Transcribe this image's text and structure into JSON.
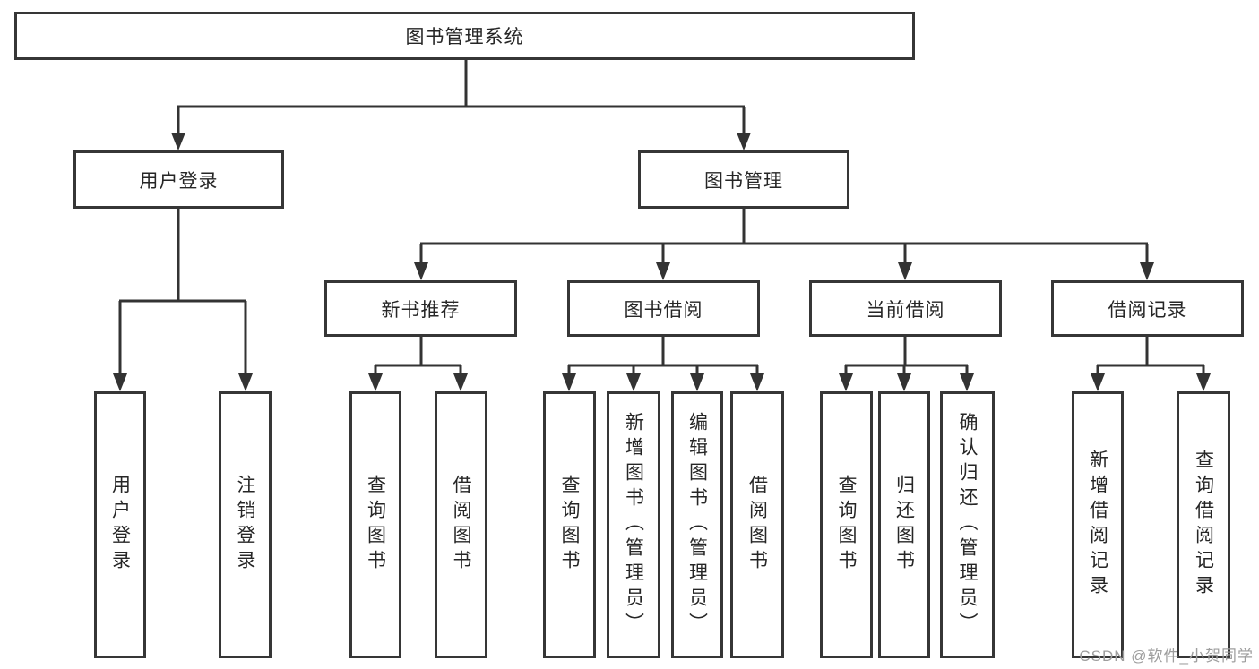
{
  "diagram": {
    "type": "hierarchy-tree",
    "title": "图书管理系统"
  },
  "colors": {
    "line": "#333333",
    "box_border": "#363636",
    "text": "#262626",
    "box_bg": "#ffffff",
    "watermark": "#9e9e9e"
  },
  "watermark": {
    "text": "CSDN @软件_小贺同学"
  },
  "nodes": {
    "root": {
      "label": "图书管理系统"
    },
    "user_login": {
      "label": "用户登录"
    },
    "book_mgmt": {
      "label": "图书管理"
    },
    "new_book_rec": {
      "label": "新书推荐"
    },
    "book_borrow": {
      "label": "图书借阅"
    },
    "current_borrow": {
      "label": "当前借阅"
    },
    "borrow_records": {
      "label": "借阅记录"
    },
    "leaf_user_login": {
      "label": "用户登录"
    },
    "leaf_logout": {
      "label": "注销登录"
    },
    "leaf_query_books_1": {
      "label": "查询图书"
    },
    "leaf_borrow_books_1": {
      "label": "借阅图书"
    },
    "leaf_query_books_2": {
      "label": "查询图书"
    },
    "leaf_add_books": {
      "label": "新增图书（管理员）"
    },
    "leaf_edit_books": {
      "label": "编辑图书（管理员）"
    },
    "leaf_borrow_books_2": {
      "label": "借阅图书"
    },
    "leaf_query_books_3": {
      "label": "查询图书"
    },
    "leaf_return_books": {
      "label": "归还图书"
    },
    "leaf_confirm_return": {
      "label": "确认归还（管理员）"
    },
    "leaf_add_borrow_record": {
      "label": "新增借阅记录"
    },
    "leaf_query_borrow_record": {
      "label": "查询借阅记录"
    }
  },
  "edges": [
    {
      "from": "图书管理系统",
      "to": "用户登录"
    },
    {
      "from": "图书管理系统",
      "to": "图书管理"
    },
    {
      "from": "用户登录",
      "to": "用户登录"
    },
    {
      "from": "用户登录",
      "to": "注销登录"
    },
    {
      "from": "图书管理",
      "to": "新书推荐"
    },
    {
      "from": "图书管理",
      "to": "图书借阅"
    },
    {
      "from": "图书管理",
      "to": "当前借阅"
    },
    {
      "from": "图书管理",
      "to": "借阅记录"
    },
    {
      "from": "新书推荐",
      "to": "查询图书"
    },
    {
      "from": "新书推荐",
      "to": "借阅图书"
    },
    {
      "from": "图书借阅",
      "to": "查询图书"
    },
    {
      "from": "图书借阅",
      "to": "新增图书（管理员）"
    },
    {
      "from": "图书借阅",
      "to": "编辑图书（管理员）"
    },
    {
      "from": "图书借阅",
      "to": "借阅图书"
    },
    {
      "from": "当前借阅",
      "to": "查询图书"
    },
    {
      "from": "当前借阅",
      "to": "归还图书"
    },
    {
      "from": "当前借阅",
      "to": "确认归还（管理员）"
    },
    {
      "from": "借阅记录",
      "to": "新增借阅记录"
    },
    {
      "from": "借阅记录",
      "to": "查询借阅记录"
    }
  ]
}
